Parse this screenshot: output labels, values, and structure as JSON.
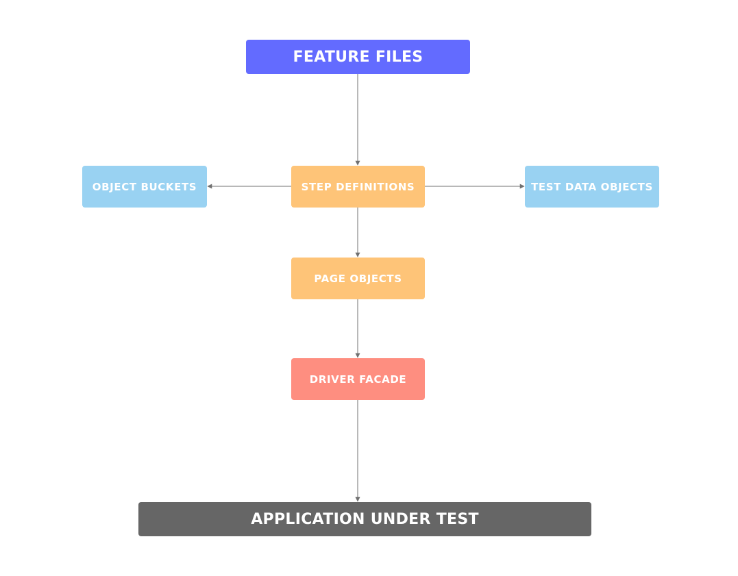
{
  "colors": {
    "feature": "#636bff",
    "orange": "#fec478",
    "blue": "#99d2f2",
    "red": "#fe8e80",
    "gray": "#666666",
    "edge": "#707070"
  },
  "nodes": {
    "feature_files": "FEATURE FILES",
    "step_definitions": "STEP DEFINITIONS",
    "object_buckets": "OBJECT BUCKETS",
    "test_data_objects": "TEST DATA OBJECTS",
    "page_objects": "PAGE OBJECTS",
    "driver_facade": "DRIVER FACADE",
    "application_under_test": "APPLICATION UNDER TEST"
  },
  "edges": [
    {
      "from": "feature_files",
      "to": "step_definitions"
    },
    {
      "from": "step_definitions",
      "to": "object_buckets"
    },
    {
      "from": "step_definitions",
      "to": "test_data_objects"
    },
    {
      "from": "step_definitions",
      "to": "page_objects"
    },
    {
      "from": "page_objects",
      "to": "driver_facade"
    },
    {
      "from": "driver_facade",
      "to": "application_under_test"
    }
  ]
}
